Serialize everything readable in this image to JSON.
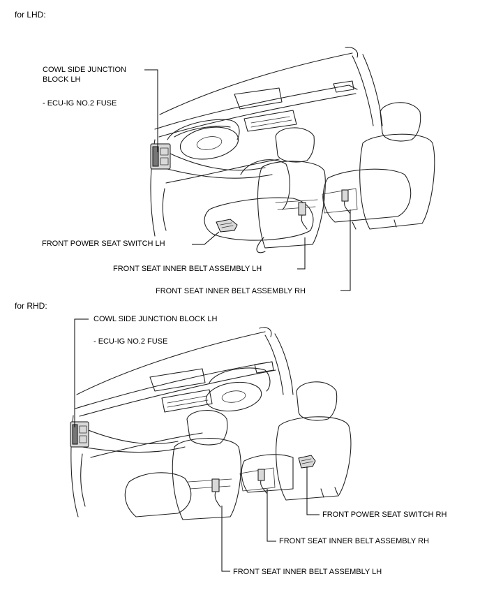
{
  "sections": {
    "lhd": {
      "header": "for LHD:",
      "cowl_label": "COWL SIDE JUNCTION\nBLOCK LH",
      "fuse_label": "- ECU-IG NO.2 FUSE",
      "seat_switch_label": "FRONT POWER SEAT SWITCH LH",
      "belt_lh_label": "FRONT SEAT INNER BELT ASSEMBLY LH",
      "belt_rh_label": "FRONT SEAT INNER BELT ASSEMBLY RH"
    },
    "rhd": {
      "header": "for RHD:",
      "cowl_label": "COWL SIDE JUNCTION BLOCK LH",
      "fuse_label": "- ECU-IG NO.2 FUSE",
      "seat_switch_label": "FRONT POWER SEAT SWITCH RH",
      "belt_rh_label": "FRONT SEAT INNER BELT ASSEMBLY RH",
      "belt_lh_label": "FRONT SEAT INNER BELT ASSEMBLY LH"
    }
  }
}
